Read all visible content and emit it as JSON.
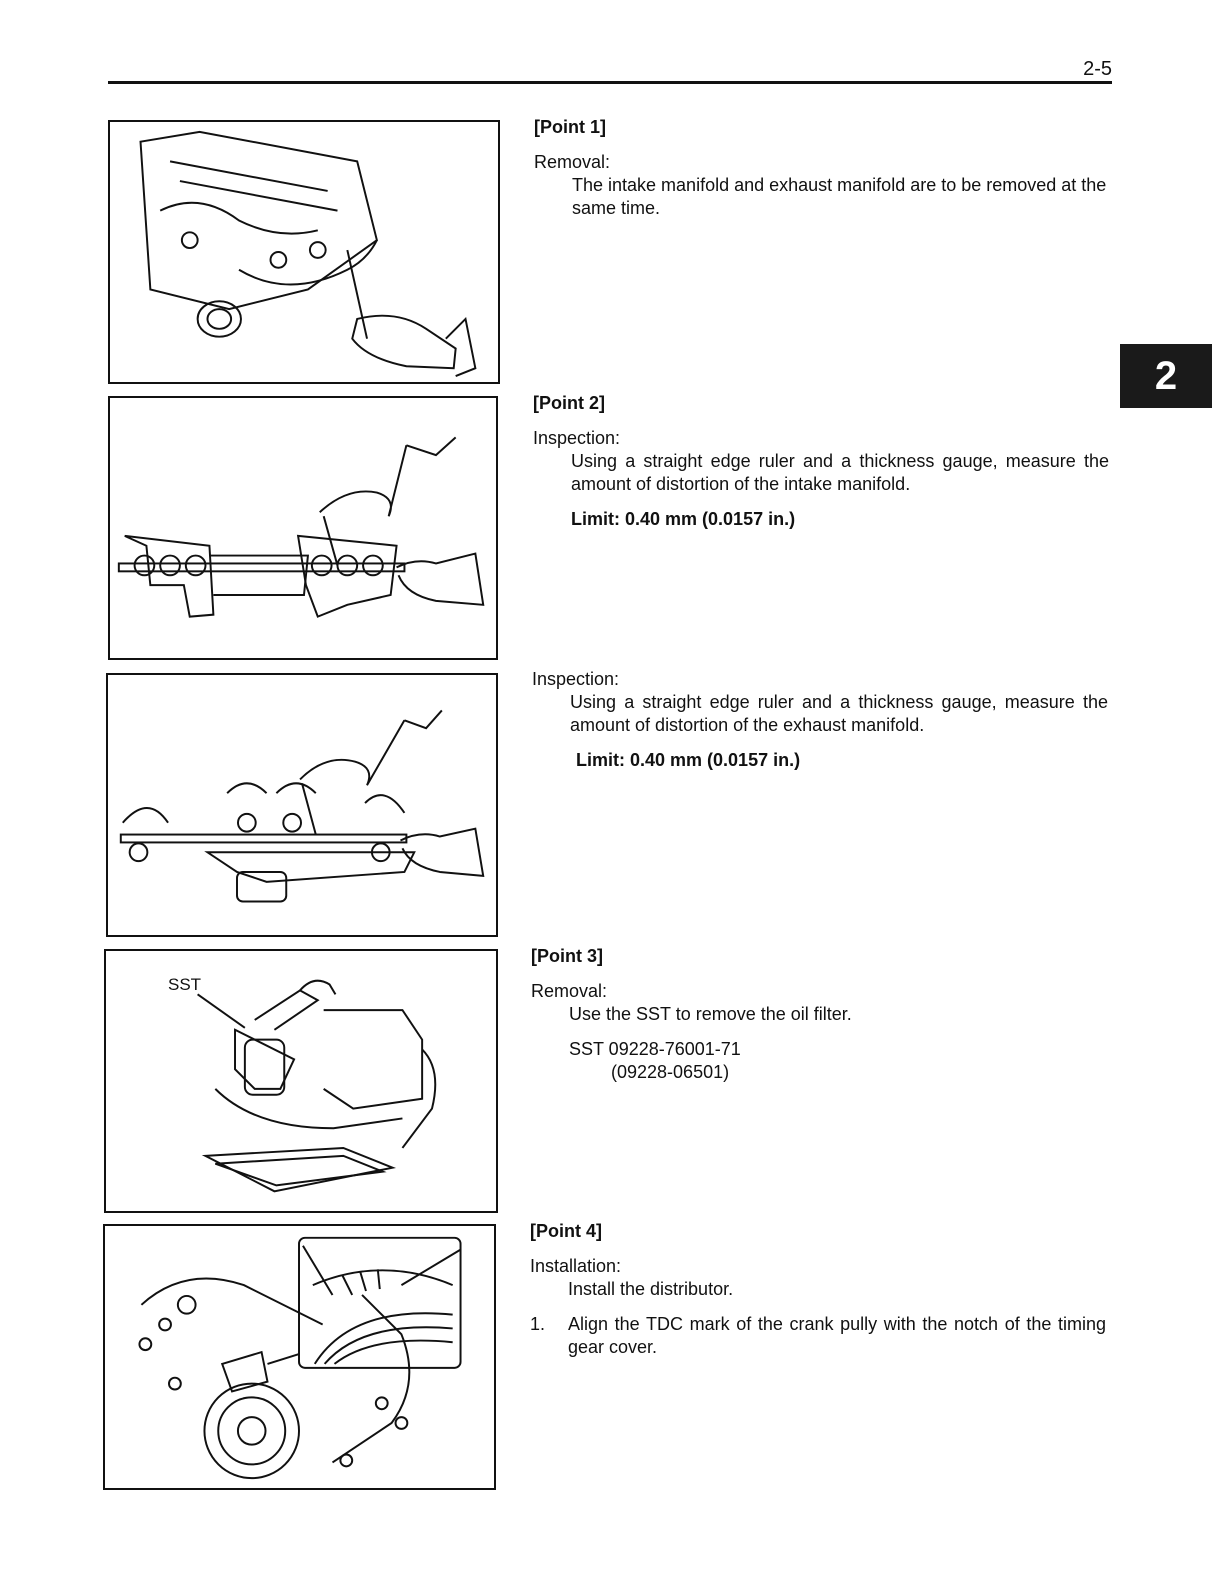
{
  "header": {
    "page_number": "2-5"
  },
  "chapter_tab": "2",
  "sections": {
    "point1": {
      "title": "[Point 1]",
      "label": "Removal:",
      "body": "The intake manifold and exhaust manifold are to be removed at the same time."
    },
    "point2": {
      "title": "[Point 2]",
      "label": "Inspection:",
      "body": "Using a straight edge ruler and a thickness gauge, measure the amount of distortion of the intake manifold.",
      "limit": "Limit: 0.40 mm (0.0157 in.)"
    },
    "exhaust": {
      "label": "Inspection:",
      "body": "Using a straight edge ruler and a thickness gauge, measure the amount of distortion of the exhaust manifold.",
      "limit": "Limit: 0.40 mm (0.0157 in.)"
    },
    "point3": {
      "title": "[Point 3]",
      "label": "Removal:",
      "body": "Use the SST to remove the oil filter.",
      "sst": "SST 09228-76001-71",
      "sst_sub": "(09228-06501)"
    },
    "point4": {
      "title": "[Point 4]",
      "label": "Installation:",
      "body": "Install the distributor.",
      "step_num": "1.",
      "step_text": "Align the TDC mark of the crank pully with the notch of the timing gear cover."
    }
  },
  "figures": {
    "oil_filter_label": "SST"
  }
}
